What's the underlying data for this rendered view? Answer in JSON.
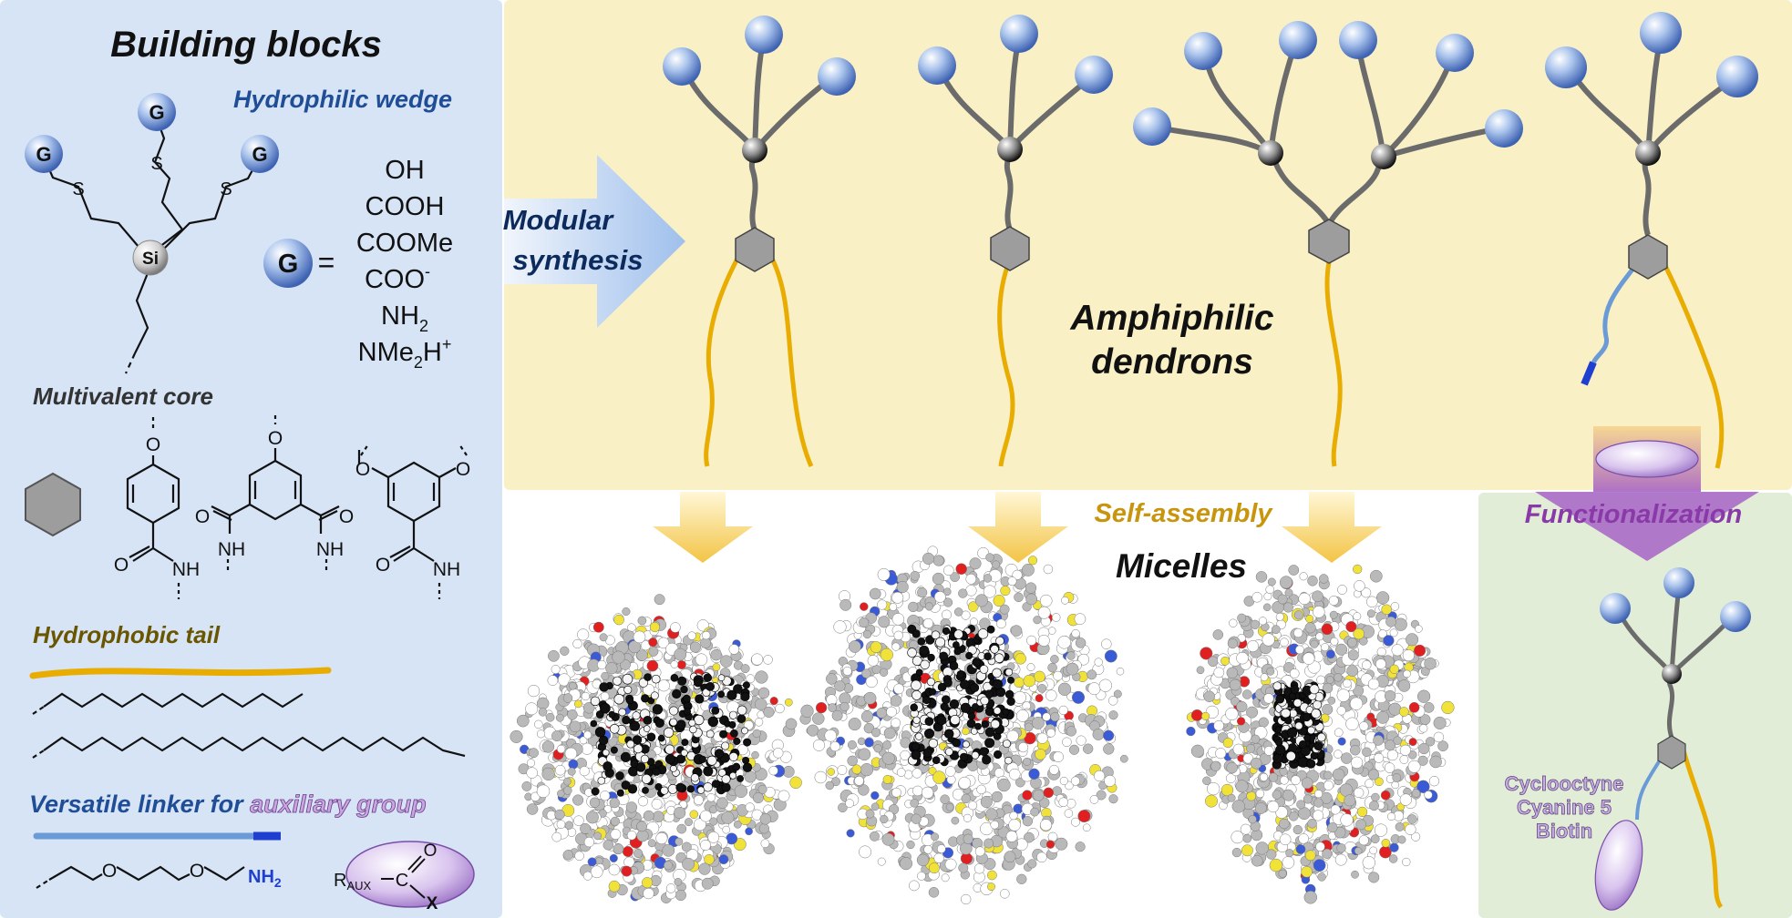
{
  "left_panel": {
    "title": "Building blocks",
    "wedge_label": "Hydrophilic wedge",
    "g_letter": "G",
    "si_label": "Si",
    "s_label": "S",
    "equals": "=",
    "g_groups": [
      "OH",
      "COOH",
      "COOMe",
      "COO",
      "NH2",
      "NMe2H+"
    ],
    "g_groups_display": {
      "coo_main": "COO",
      "coo_sup": "-",
      "nh2_main": "NH",
      "nh2_sub": "2",
      "nme_main": "NMe",
      "nme_sub": "2",
      "nme_rest": "H",
      "nme_sup": "+"
    },
    "core_label": "Multivalent core",
    "o_label": "O",
    "nh_label": "NH",
    "tail_label": "Hydrophobic tail",
    "linker_label_main": "Versatile linker for ",
    "linker_label_aux": "auxiliary group",
    "linker_nh2_main": "NH",
    "linker_nh2_sub": "2",
    "raux_main": "R",
    "raux_sub": "AUX",
    "raux_c": "C",
    "raux_x": "X"
  },
  "top_panel": {
    "modular_line1": "Modular",
    "modular_line2": "synthesis",
    "dendrons_line1": "Amphiphilic",
    "dendrons_line2": "dendrons"
  },
  "bottom": {
    "self_assembly": "Self-assembly",
    "micelles": "Micelles"
  },
  "right_panel": {
    "functionalization": "Functionalization",
    "options": [
      "Cyclooctyne",
      "Cyanine 5",
      "Biotin"
    ]
  },
  "colors": {
    "left_bg": "#d6e4f6",
    "top_bg": "#f9f0c6",
    "right_bg": "#e1edd7",
    "tail": "#e8ad00",
    "stem": "#6b6b6b",
    "linker": "#6b9bd6",
    "linker_end": "#1f3fd1",
    "wedge_text": "#1f4e96",
    "self_assembly_text": "#c8950f",
    "functionalization_text": "#8a3aa8",
    "options_text": "#7a5a9a"
  }
}
